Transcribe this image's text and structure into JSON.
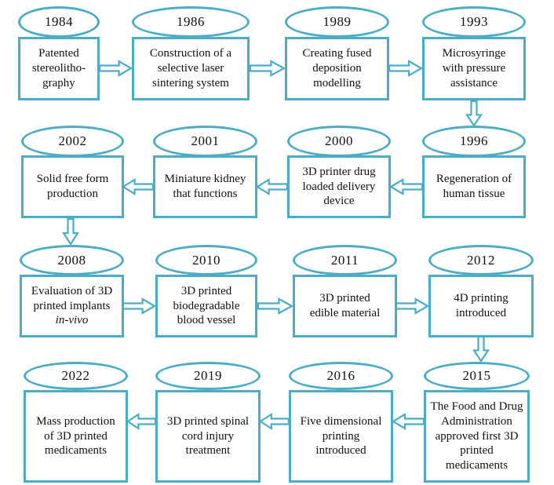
{
  "diagram": {
    "colors": {
      "accent": "#4BACC6",
      "text": "#111111",
      "background": "#FFFFFF"
    }
  },
  "milestones": [
    {
      "year": "1984",
      "label": "Patented\nstereolitho-\ngraphy"
    },
    {
      "year": "1986",
      "label": "Construction of a\nselective laser\nsintering system"
    },
    {
      "year": "1989",
      "label": "Creating fused\ndeposition\nmodelling"
    },
    {
      "year": "1993",
      "label": "Microsyringe\nwith pressure\nassistance"
    },
    {
      "year": "1996",
      "label": "Regeneration of\nhuman tissue"
    },
    {
      "year": "2000",
      "label": "3D printer drug\nloaded delivery\ndevice"
    },
    {
      "year": "2001",
      "label": "Miniature kidney\nthat functions"
    },
    {
      "year": "2002",
      "label": "Solid free form\nproduction"
    },
    {
      "year": "2008",
      "label": "Evaluation of 3D\nprinted implants",
      "label_italic": "in-vivo"
    },
    {
      "year": "2010",
      "label": "3D printed\nbiodegradable\nblood vessel"
    },
    {
      "year": "2011",
      "label": "3D printed\nedible material"
    },
    {
      "year": "2012",
      "label": "4D printing\nintroduced"
    },
    {
      "year": "2015",
      "label": "The Food and Drug\nAdministration\napproved first 3D\nprinted medicaments"
    },
    {
      "year": "2016",
      "label": "Five dimensional\nprinting\nintroduced"
    },
    {
      "year": "2019",
      "label": "3D printed spinal\ncord injury\ntreatment"
    },
    {
      "year": "2022",
      "label": "Mass production\nof 3D printed\nmedicaments"
    }
  ],
  "connections": [
    {
      "from": "1984",
      "to": "1986",
      "direction": "right"
    },
    {
      "from": "1986",
      "to": "1989",
      "direction": "right"
    },
    {
      "from": "1989",
      "to": "1993",
      "direction": "right"
    },
    {
      "from": "1993",
      "to": "1996",
      "direction": "down"
    },
    {
      "from": "1996",
      "to": "2000",
      "direction": "left"
    },
    {
      "from": "2000",
      "to": "2001",
      "direction": "left"
    },
    {
      "from": "2001",
      "to": "2002",
      "direction": "left"
    },
    {
      "from": "2002",
      "to": "2008",
      "direction": "down"
    },
    {
      "from": "2008",
      "to": "2010",
      "direction": "right"
    },
    {
      "from": "2010",
      "to": "2011",
      "direction": "right"
    },
    {
      "from": "2011",
      "to": "2012",
      "direction": "right"
    },
    {
      "from": "2012",
      "to": "2015",
      "direction": "down"
    },
    {
      "from": "2015",
      "to": "2016",
      "direction": "left"
    },
    {
      "from": "2016",
      "to": "2019",
      "direction": "left"
    },
    {
      "from": "2019",
      "to": "2022",
      "direction": "left"
    }
  ]
}
